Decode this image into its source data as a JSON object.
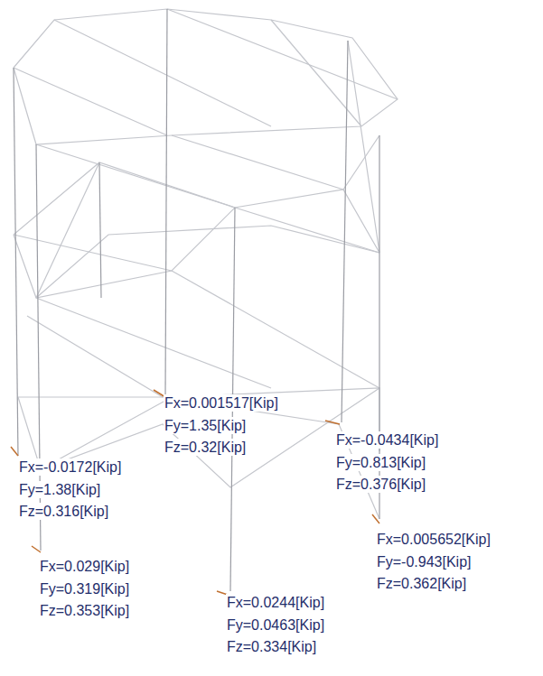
{
  "diagram": {
    "labels": [
      "Fx=0.001517[Kip]",
      "Fy=1.35[Kip]",
      "Fz=0.32[Kip]",
      "Fx=-0.0434[Kip]",
      "Fy=0.813[Kip]",
      "Fz=0.376[Kip]",
      "Fx=-0.0172[Kip]",
      "Fy=1.38[Kip]",
      "Fz=0.316[Kip]",
      "Fx=0.005652[Kip]",
      "Fy=-0.943[Kip]",
      "Fz=0.362[Kip]",
      "Fx=0.029[Kip]",
      "Fy=0.319[Kip]",
      "Fz=0.353[Kip]",
      "Fx=0.0244[Kip]",
      "Fy=0.0463[Kip]",
      "Fz=0.334[Kip]"
    ]
  }
}
